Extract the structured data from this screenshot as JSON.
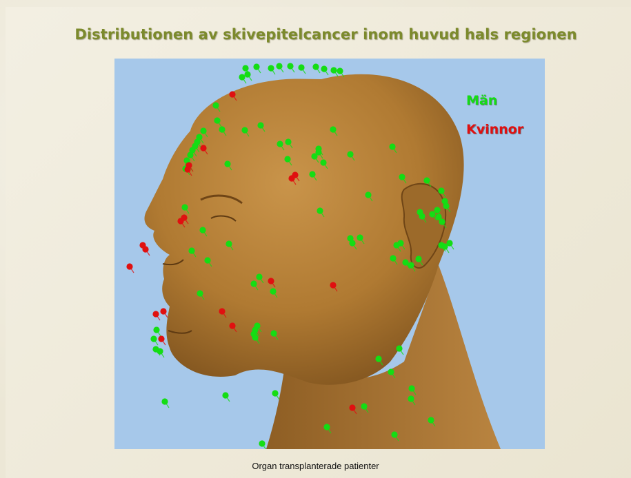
{
  "title": "Distributionen av skivepitelcancer inom huvud hals regionen",
  "legend": {
    "men": {
      "label": "Män",
      "color": "#14dd14"
    },
    "women": {
      "label": "Kvinnor",
      "color": "#e01010"
    }
  },
  "caption": "Organ transplanterade patienter",
  "colors": {
    "background": "#ece7d6",
    "panel": "#a6c8ea",
    "head": "#b07a32",
    "title": "#7c8a2c"
  },
  "figure": {
    "subject": "head-model-side-view"
  }
}
